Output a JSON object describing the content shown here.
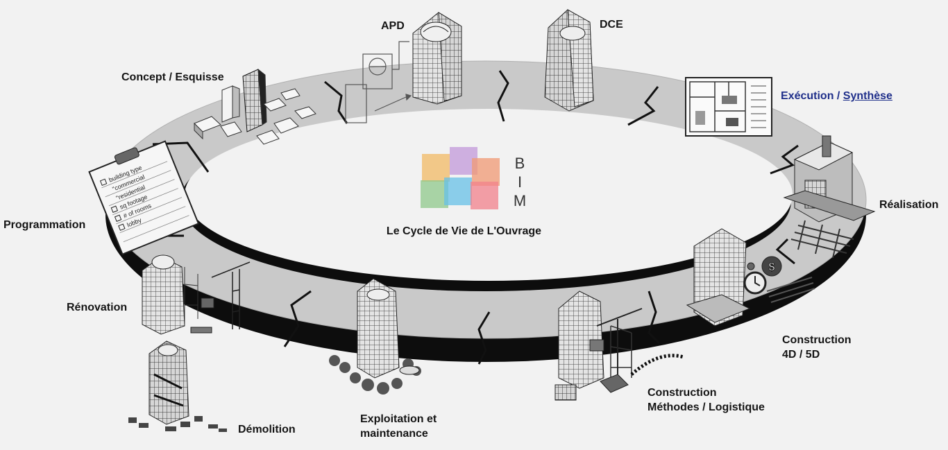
{
  "logo": {
    "letters": [
      "B",
      "I",
      "M"
    ],
    "colors": [
      "#f08a5d",
      "#b98ad6",
      "#f2b04c",
      "#7fc27a",
      "#4fb8e6",
      "#f36d7a"
    ]
  },
  "center_title": "Le Cycle de Vie de L'Ouvrage",
  "stages": {
    "apd": "APD",
    "dce": "DCE",
    "concept": "Concept / Esquisse",
    "execution": {
      "part1": "Exécution / ",
      "part2": "Synthèse"
    },
    "programmation": "Programmation",
    "realisation": "Réalisation",
    "renovation": "Rénovation",
    "construction_4d5d": {
      "line1": "Construction",
      "line2": "4D / 5D"
    },
    "construction_methodes": {
      "line1": "Construction",
      "line2": "Méthodes / Logistique"
    },
    "exploitation": {
      "line1": "Exploitation et",
      "line2": "maintenance"
    },
    "demolition": "Démolition"
  },
  "checklist": {
    "items": [
      "building type",
      "\"commercial",
      "\"residential",
      "sq footage",
      "# of rooms",
      "lobby"
    ]
  },
  "colors": {
    "ring_top": "#c9c9c9",
    "ring_edge": "#0d0d0d",
    "background": "#f2f2f2",
    "accent_text": "#1f2f8a"
  },
  "icons": [
    "concept-massing-icon",
    "apd-tower-icon",
    "dce-tower-icon",
    "execution-plan-icon",
    "realisation-machine-icon",
    "construction-cost-icon",
    "construction-site-icon",
    "exploitation-building-icon",
    "demolition-icon",
    "renovation-building-icon",
    "programmation-clipboard-icon"
  ]
}
